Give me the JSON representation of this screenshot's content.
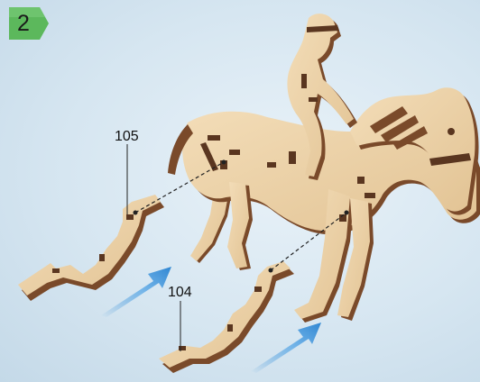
{
  "step": {
    "number": "2",
    "badge_color": "#5cb85c"
  },
  "parts": [
    {
      "id": "105",
      "label": "105"
    },
    {
      "id": "104",
      "label": "104"
    }
  ],
  "colors": {
    "wood_face": "#ecd2a8",
    "wood_edge": "#7a4a2a",
    "wood_dark": "#5a3620",
    "arrow": "#3b8fd6"
  }
}
